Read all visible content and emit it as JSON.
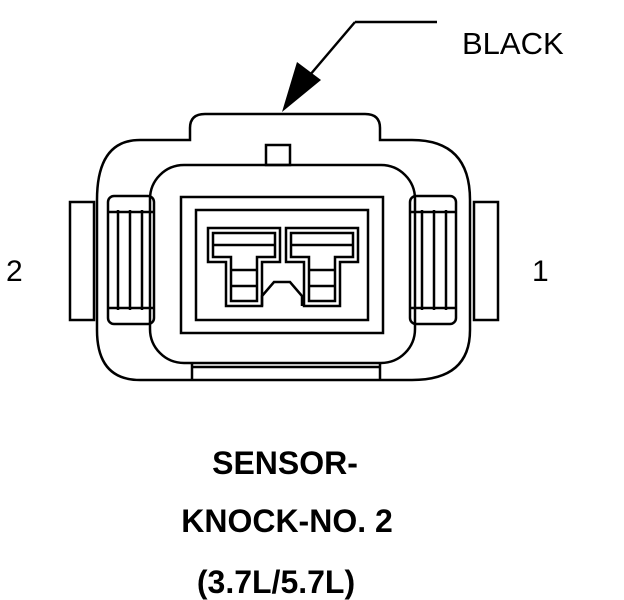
{
  "callout": {
    "label": "BLACK"
  },
  "pins": {
    "left": "2",
    "right": "1"
  },
  "caption": {
    "line1": "SENSOR-",
    "line2": "KNOCK-NO. 2",
    "line3": "(3.7L/5.7L)"
  },
  "colors": {
    "ink": "#000000",
    "background": "#ffffff"
  }
}
